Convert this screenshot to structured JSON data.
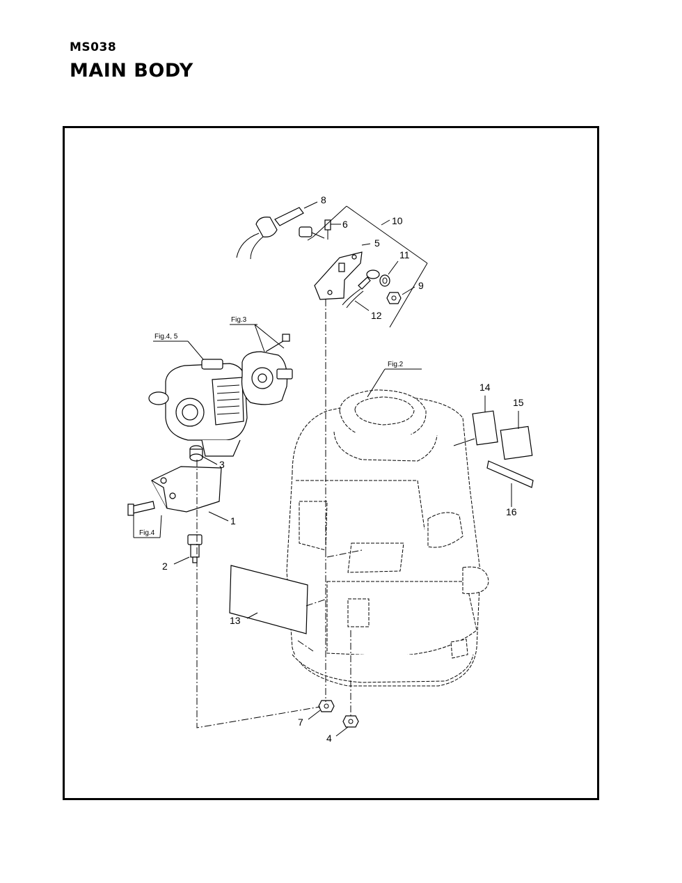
{
  "header": {
    "model": "MS038",
    "title": "MAIN BODY"
  },
  "callouts": {
    "p1": "1",
    "p2": "2",
    "p3": "3",
    "p4": "4",
    "p5": "5",
    "p6": "6",
    "p7": "7",
    "p8": "8",
    "p9": "9",
    "p10": "10",
    "p11": "11",
    "p12": "12",
    "p13": "13",
    "p14": "14",
    "p15": "15",
    "p16": "16"
  },
  "figure_refs": {
    "fig2": "Fig.2",
    "fig3": "Fig.3",
    "fig4": "Fig.4",
    "fig45": "Fig.4, 5"
  }
}
